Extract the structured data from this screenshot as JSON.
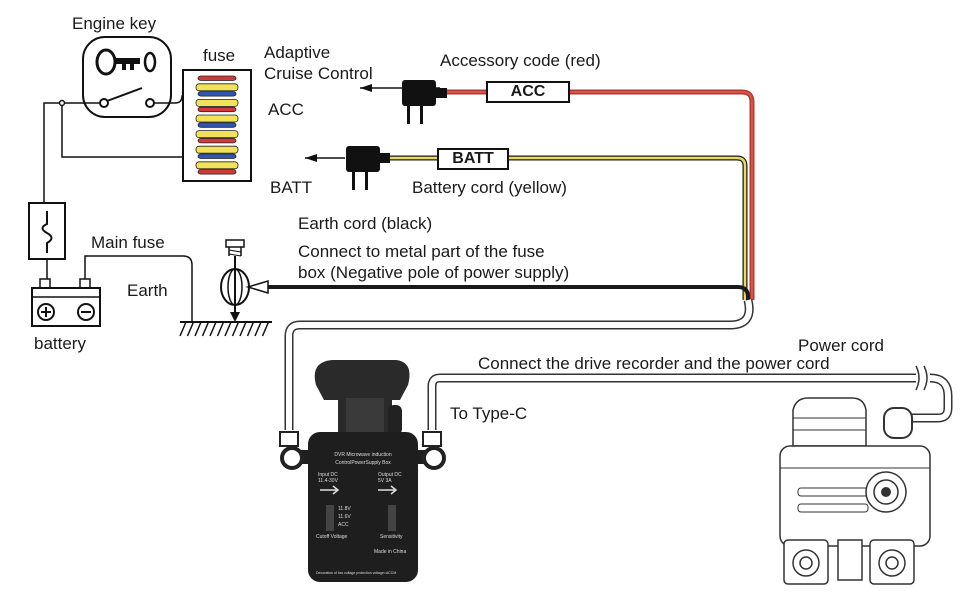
{
  "labels": {
    "engine_key": "Engine key",
    "fuse": "fuse",
    "adaptive_cruise": "Adaptive\nCruise Control",
    "acc": "ACC",
    "batt": "BATT",
    "accessory_code": "Accessory code (red)",
    "acc_tag": "ACC",
    "batt_tag": "BATT",
    "battery_cord": "Battery cord (yellow)",
    "earth_cord": "Earth cord (black)",
    "connect_metal": "Connect to metal part of the fuse\nbox (Negative pole of power supply)",
    "main_fuse": "Main fuse",
    "earth": "Earth",
    "battery": "battery",
    "power_cord": "Power cord",
    "connect_recorder": "Connect the drive recorder and the power cord",
    "to_type_c": "To Type-C"
  },
  "box_text": {
    "title_line1": "DVR Microwave induction",
    "title_line2": "ControlPowerSupply Box",
    "input": "Input DC",
    "input_v": "11.4-30V",
    "output": "Output DC",
    "output_v": "5V 3A",
    "v1": "11.8V",
    "v2": "11.6V",
    "v3": "ACC",
    "cutoff": "Cutoff Voltage",
    "sens": "Sensitivity",
    "made_in": "Made in China",
    "footer": "Decoration of low voltage protection voltage=ACCM"
  },
  "colors": {
    "red_wire": "#c0392b",
    "yellow_wire": "#e8d44a",
    "black_wire": "#1a1a1a",
    "grey_wire": "#bbbbbb",
    "fuse_red": "#d23a3a",
    "fuse_blue": "#2f56b0",
    "fuse_yellow": "#f2e25a"
  }
}
